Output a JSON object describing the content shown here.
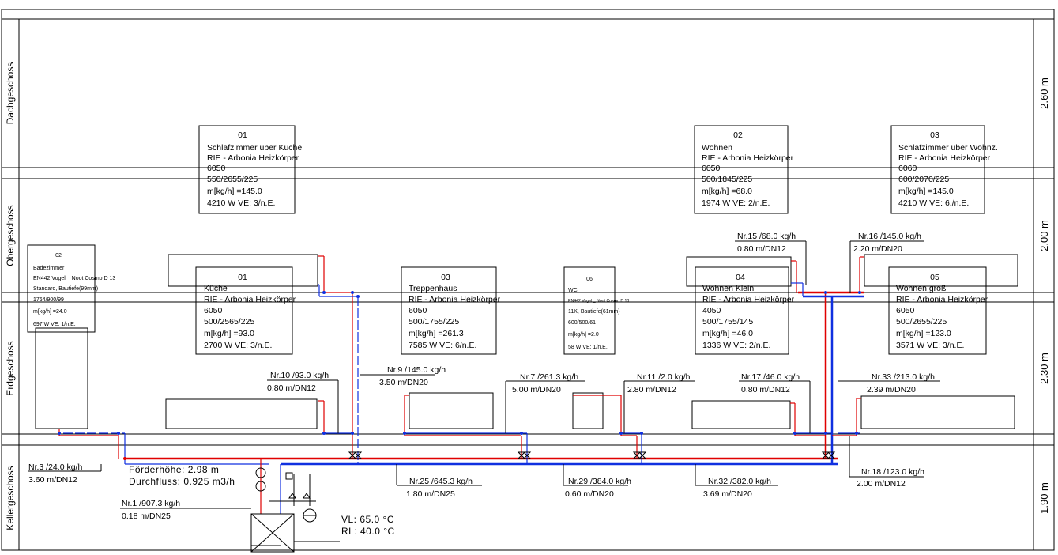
{
  "floors": {
    "dach": {
      "label": "Dachgeschoss",
      "height": "2.60 m"
    },
    "ober": {
      "label": "Obergeschoss",
      "height": "2.00 m"
    },
    "erd": {
      "label": "Erdgeschoss",
      "height": "2.30 m"
    },
    "keller": {
      "label": "Kellergeschoss",
      "height": "1.90 m"
    }
  },
  "radiators": {
    "og01": {
      "nr": "01",
      "room": "Schlafzimmer über Küche",
      "model": "RIE - Arbonia Heizkörper",
      "type": "6050",
      "dims": "550/2655/225",
      "flow": "m[kg/h] =145.0",
      "power": "4210 W   VE: 3/n.E."
    },
    "og02": {
      "nr": "02",
      "room": "Wohnen",
      "model": "RIE - Arbonia Heizkörper",
      "type": "6050",
      "dims": "500/1845/225",
      "flow": "m[kg/h] =68.0",
      "power": "1974 W   VE: 2/n.E."
    },
    "og03": {
      "nr": "03",
      "room": "Schlafzimmer über Wohnz.",
      "model": "RIE - Arbonia Heizkörper",
      "type": "6060",
      "dims": "600/2070/225",
      "flow": "m[kg/h] =145.0",
      "power": "4210 W   VE: 6./n.E."
    },
    "eg02": {
      "nr": "02",
      "room": "Badezimmer",
      "model": "EN442 Vogel _ Noot Cosmo D 13",
      "type": "Standard, Bautiefe(99mm)",
      "dims": "1764/900/99",
      "flow": "m[kg/h] =24.0",
      "power": "697 W   VE: 1/n.E."
    },
    "eg01": {
      "nr": "01",
      "room": "Küche",
      "model": "RIE - Arbonia Heizkörper",
      "type": "6050",
      "dims": "500/2565/225",
      "flow": "m[kg/h] =93.0",
      "power": "2700 W   VE: 3/n.E."
    },
    "eg03": {
      "nr": "03",
      "room": "Treppenhaus",
      "model": "RIE - Arbonia Heizkörper",
      "type": "6050",
      "dims": "500/1755/225",
      "flow": "m[kg/h] =261.3",
      "power": "7585 W   VE: 6/n.E."
    },
    "eg06": {
      "nr": "06",
      "room": "WC",
      "model": "EN442 Vogel _ Noot Cosmo D 13",
      "type": "11K, Bautiefe(61mm)",
      "dims": "600/500/61",
      "flow": "m[kg/h] =2.0",
      "power": "58 W   VE: 1/n.E."
    },
    "eg04": {
      "nr": "04",
      "room": "Wohnen Klein",
      "model": "RIE - Arbonia Heizkörper",
      "type": "4050",
      "dims": "500/1755/145",
      "flow": "m[kg/h] =46.0",
      "power": "1336 W   VE: 2/n.E."
    },
    "eg05": {
      "nr": "05",
      "room": "Wohnen groß",
      "model": "RIE - Arbonia Heizkörper",
      "type": "6050",
      "dims": "500/2655/225",
      "flow": "m[kg/h] =123.0",
      "power": "3571 W   VE: 3/n.E."
    }
  },
  "segments": {
    "nr15": {
      "a": "Nr.15 /68.0 kg/h",
      "b": "0.80 m/DN12"
    },
    "nr16": {
      "a": "Nr.16 /145.0 kg/h",
      "b": "2.20 m/DN20"
    },
    "nr10": {
      "a": "Nr.10 /93.0 kg/h",
      "b": "0.80 m/DN12"
    },
    "nr9": {
      "a": "Nr.9 /145.0 kg/h",
      "b": "3.50 m/DN20"
    },
    "nr7": {
      "a": "Nr.7 /261.3 kg/h",
      "b": "5.00 m/DN20"
    },
    "nr11": {
      "a": "Nr.11 /2.0 kg/h",
      "b": "2.80 m/DN12"
    },
    "nr17": {
      "a": "Nr.17 /46.0 kg/h",
      "b": "0.80 m/DN12"
    },
    "nr33": {
      "a": "Nr.33 /213.0 kg/h",
      "b": "2.39 m/DN20"
    },
    "nr3": {
      "a": "Nr.3 /24.0 kg/h",
      "b": "3.60 m/DN12"
    },
    "nr25": {
      "a": "Nr.25 /645.3 kg/h",
      "b": "1.80 m/DN25"
    },
    "nr29": {
      "a": "Nr.29 /384.0 kg/h",
      "b": "0.60 m/DN20"
    },
    "nr32": {
      "a": "Nr.32 /382.0 kg/h",
      "b": "3.69 m/DN20"
    },
    "nr18": {
      "a": "Nr.18 /123.0 kg/h",
      "b": "2.00 m/DN12"
    },
    "nr1": {
      "a": "Nr.1 /907.3 kg/h",
      "b": "0.18 m/DN25"
    }
  },
  "pump": {
    "head": "Förderhöhe: 2.98 m",
    "flow": "Durchfluss: 0.925 m3/h"
  },
  "boiler": {
    "vl": "VL: 65.0 °C",
    "rl": "RL: 40.0 °C"
  },
  "colors": {
    "supply": "#e00000",
    "return": "#1030e0",
    "lines": "#000000"
  }
}
